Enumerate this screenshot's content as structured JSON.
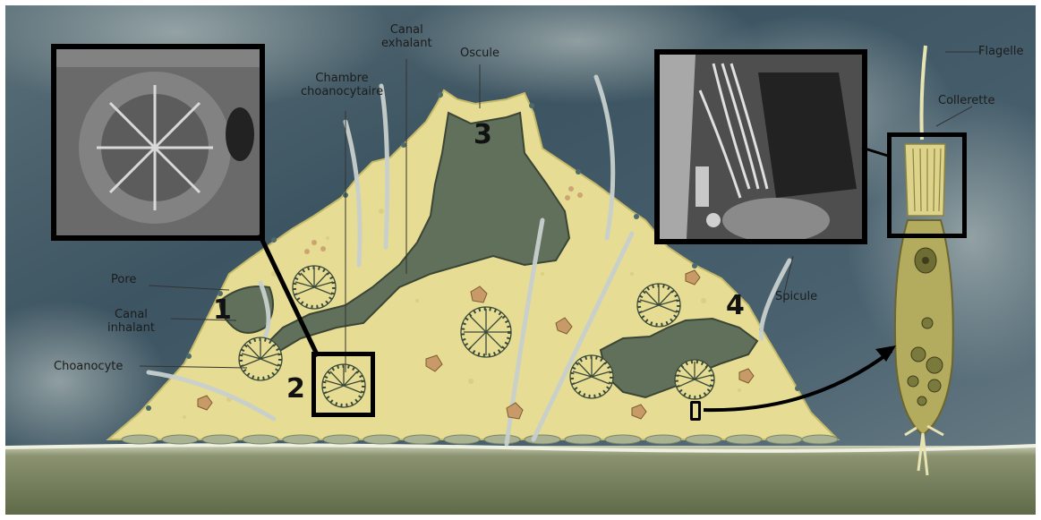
{
  "labels": {
    "canal_exhalant": "Canal\nexhalant",
    "oscule": "Oscule",
    "chambre": "Chambre\nchoanocytaire",
    "pore": "Pore",
    "canal_inhalant": "Canal\ninhalant",
    "choanocyte": "Choanocyte",
    "spicule": "Spicule",
    "flagelle": "Flagelle",
    "collerette": "Collerette"
  },
  "numbers": [
    "1",
    "2",
    "3",
    "4"
  ],
  "colors": {
    "background_water": "#3f5a66",
    "sponge_body": "#e7dc93",
    "cavity": "#61705a",
    "substrate": "#747d5b",
    "frame": "#000000"
  }
}
